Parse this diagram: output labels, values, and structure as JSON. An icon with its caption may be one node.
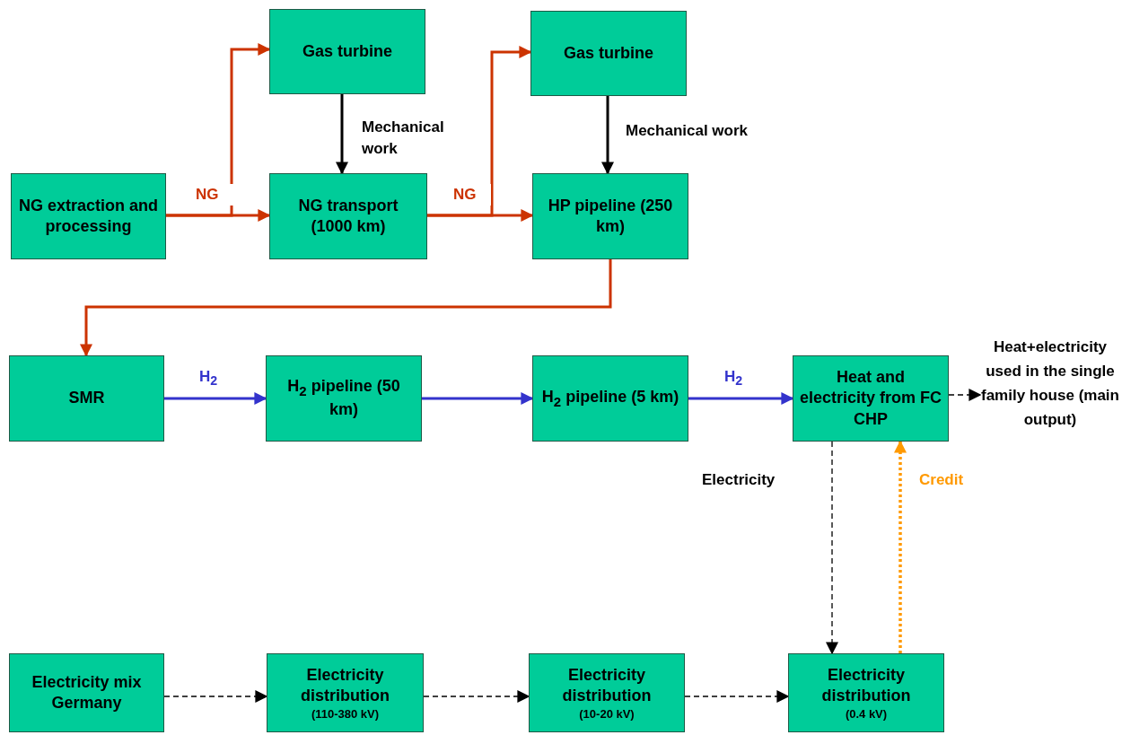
{
  "diagram": {
    "nodes": [
      {
        "text": [
          "NG extraction and processing"
        ]
      },
      {
        "text": [
          "Gas turbine"
        ]
      },
      {
        "text": [
          "NG transport (1000 km)"
        ]
      },
      {
        "text": [
          "Gas turbine"
        ]
      },
      {
        "text": [
          "HP pipeline (250 km)"
        ]
      },
      {
        "text": [
          "SMR"
        ]
      },
      {
        "text": [
          "H$_{2}$ pipeline (50 km)"
        ]
      },
      {
        "text": [
          "H$_{2}$ pipeline (5 km)"
        ]
      },
      {
        "text": [
          "Heat and electricity from FC CHP"
        ]
      },
      {
        "text": [
          "Heat+electricity used in the single family house (main output)"
        ]
      },
      {
        "text": [
          "Electricity mix Germany"
        ]
      },
      {
        "text": [
          "Electricity distribution",
          "(110-380 kV)"
        ]
      },
      {
        "text": [
          "Electricity distribution",
          "(10-20 kV)"
        ]
      },
      {
        "text": [
          "Electricity distribution",
          "(0.4 kV)"
        ]
      }
    ],
    "edges": [
      {
        "from": 0,
        "to": 1,
        "arrow": "to",
        "color": "#cc3300"
      },
      {
        "from": 0,
        "to": 2,
        "arrow": "to",
        "label": "NG",
        "color": "#cc3300"
      },
      {
        "from": 1,
        "to": 2,
        "arrow": "to",
        "label": "Mechanical work"
      },
      {
        "from": 2,
        "to": 3,
        "arrow": "to",
        "color": "#cc3300"
      },
      {
        "from": 2,
        "to": 4,
        "arrow": "to",
        "label": "NG",
        "color": "#cc3300"
      },
      {
        "from": 3,
        "to": 4,
        "arrow": "to",
        "label": "Mechanical work"
      },
      {
        "from": 4,
        "to": 5,
        "arrow": "to",
        "color": "#cc3300"
      },
      {
        "from": 5,
        "to": 6,
        "arrow": "to",
        "label": "H$_{2}$",
        "color": "#3333cc"
      },
      {
        "from": 6,
        "to": 7,
        "arrow": "to",
        "color": "#3333cc"
      },
      {
        "from": 7,
        "to": 8,
        "arrow": "to",
        "label": "H$_{2}$",
        "color": "#3333cc"
      },
      {
        "from": 8,
        "to": 9,
        "arrow": "to",
        "style": "dashed"
      },
      {
        "from": 8,
        "to": 13,
        "arrow": "to",
        "label": "Electricity",
        "style": "dashed"
      },
      {
        "from": 13,
        "to": 8,
        "arrow": "to",
        "label": "Credit",
        "style": "dashed",
        "color": "#ff9900"
      },
      {
        "from": 10,
        "to": 11,
        "arrow": "to",
        "style": "dashed"
      },
      {
        "from": 11,
        "to": 12,
        "arrow": "to",
        "style": "dashed"
      },
      {
        "from": 12,
        "to": 13,
        "arrow": "to",
        "style": "dashed"
      }
    ]
  }
}
